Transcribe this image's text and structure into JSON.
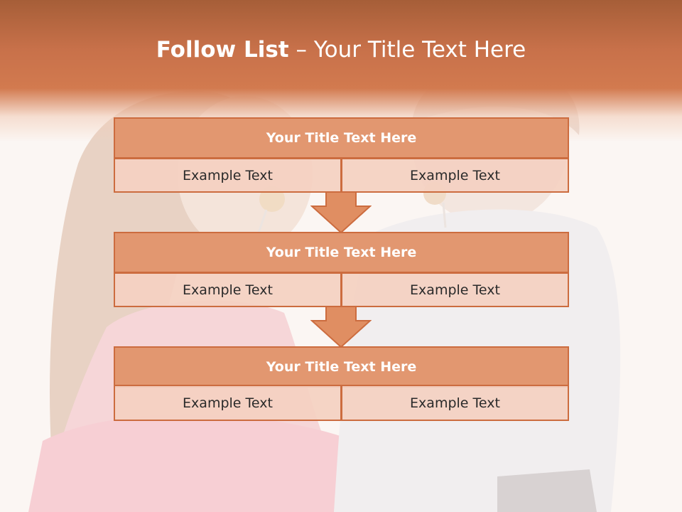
{
  "slide": {
    "title_bold": "Follow List",
    "title_rest": " – Your Title Text Here"
  },
  "steps": [
    {
      "title": "Your Title Text Here",
      "left": "Example Text",
      "right": "Example Text"
    },
    {
      "title": "Your Title Text Here",
      "left": "Example Text",
      "right": "Example Text"
    },
    {
      "title": "Your Title Text Here",
      "left": "Example Text",
      "right": "Example Text"
    }
  ],
  "colors": {
    "accent": "#d27a4f",
    "box_title_fill": "#e29770",
    "box_cell_fill": "#f4d0c1",
    "border": "#cc6c3f",
    "arrow_fill": "#e08e62"
  }
}
